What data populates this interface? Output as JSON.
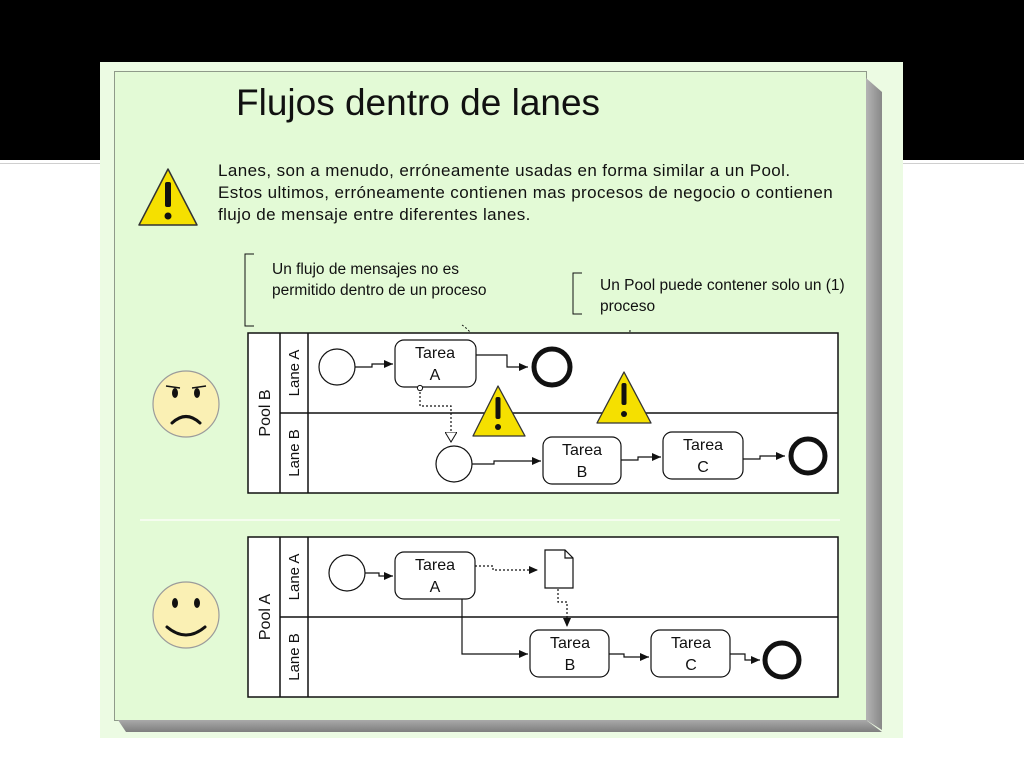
{
  "title": "Flujos dentro de lanes",
  "warning_text": "Lanes, son a menudo, erróneamente usadas en forma similar a un Pool. Estos ultimos, erróneamente contienen mas procesos de negocio o contienen flujo de mensaje entre diferentes lanes.",
  "callouts": {
    "message_flow": "Un flujo de mensajes no es permitido dentro de un proceso",
    "one_process": "Un Pool puede contener solo un (1) proceso"
  },
  "bad_example": {
    "pool_label": "Pool B",
    "lane_a_label": "Lane A",
    "lane_b_label": "Lane B",
    "task_a": [
      "Tarea",
      "A"
    ],
    "task_b": [
      "Tarea",
      "B"
    ],
    "task_c": [
      "Tarea",
      "C"
    ]
  },
  "good_example": {
    "pool_label": "Pool A",
    "lane_a_label": "Lane A",
    "lane_b_label": "Lane B",
    "task_a": [
      "Tarea",
      "A"
    ],
    "task_b": [
      "Tarea",
      "B"
    ],
    "task_c": [
      "Tarea",
      "C"
    ]
  },
  "colors": {
    "background": "#e3fad6",
    "warning_fill": "#f5e000",
    "face_fill": "#faf0b4"
  },
  "icons": [
    "warning-icon",
    "sad-face-icon",
    "happy-face-icon",
    "data-object-icon"
  ]
}
